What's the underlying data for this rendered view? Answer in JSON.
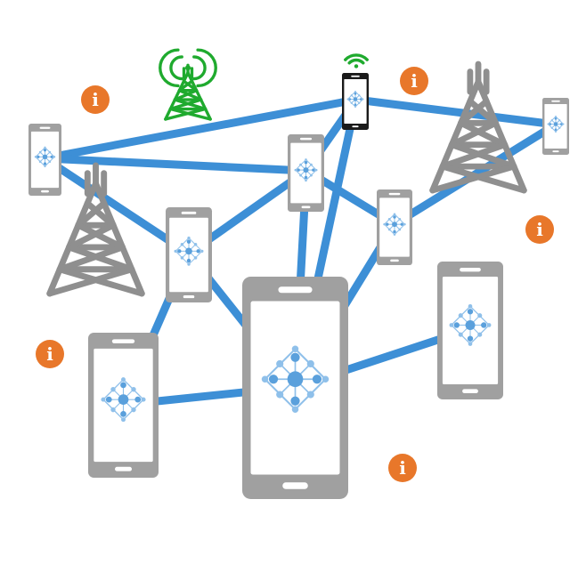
{
  "colors": {
    "link": "#3d8fd6",
    "phone_body": "#a0a0a0",
    "phone_body_active": "#1a1a1a",
    "screen": "#ffffff",
    "node_dot": "#5aa0dc",
    "node_dot_light": "#8fc0ea",
    "tower": "#8f8f8f",
    "tower_active": "#1faa2e",
    "wifi": "#1faa2e",
    "info_badge": "#e8772a",
    "info_glyph": "#ffffff",
    "background": "#ffffff"
  },
  "icons": {
    "phone": "smartphone-icon",
    "tower": "cell-tower-icon",
    "info": "info-icon",
    "wifi": "wifi-icon",
    "network": "network-nodes-icon"
  },
  "info_glyph": "i",
  "devices": [
    {
      "id": "phone-left-top",
      "active": false
    },
    {
      "id": "phone-top-center",
      "active": true
    },
    {
      "id": "phone-right-top",
      "active": false
    },
    {
      "id": "phone-center-top",
      "active": false
    },
    {
      "id": "phone-center-right",
      "active": false
    },
    {
      "id": "phone-mid-left",
      "active": false
    },
    {
      "id": "phone-bottom-left",
      "active": false
    },
    {
      "id": "phone-bottom-center",
      "active": false
    },
    {
      "id": "phone-mid-right",
      "active": false
    }
  ],
  "towers": [
    {
      "id": "tower-green",
      "active": true
    },
    {
      "id": "tower-left",
      "active": false
    },
    {
      "id": "tower-right",
      "active": false
    }
  ],
  "connections": [
    [
      "phone-left-top",
      "phone-top-center"
    ],
    [
      "phone-left-top",
      "phone-center-top"
    ],
    [
      "phone-left-top",
      "phone-mid-left"
    ],
    [
      "phone-top-center",
      "phone-right-top"
    ],
    [
      "phone-top-center",
      "phone-center-top"
    ],
    [
      "phone-top-center",
      "phone-bottom-center"
    ],
    [
      "phone-right-top",
      "phone-center-right"
    ],
    [
      "phone-center-top",
      "phone-center-right"
    ],
    [
      "phone-center-top",
      "phone-mid-left"
    ],
    [
      "phone-center-top",
      "phone-bottom-center"
    ],
    [
      "phone-center-right",
      "phone-bottom-center"
    ],
    [
      "phone-mid-left",
      "phone-bottom-left"
    ],
    [
      "phone-mid-left",
      "phone-bottom-center"
    ],
    [
      "phone-bottom-left",
      "phone-bottom-center"
    ],
    [
      "phone-bottom-center",
      "phone-mid-right"
    ]
  ]
}
